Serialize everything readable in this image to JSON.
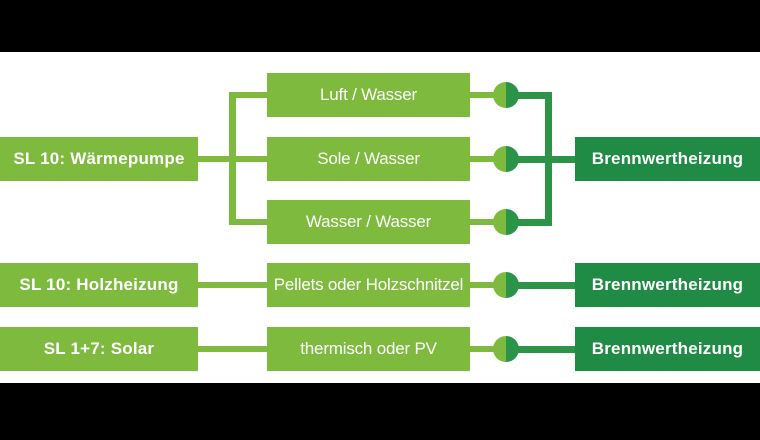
{
  "diagram": {
    "groups": [
      {
        "source": "SL 10: Wärmepumpe",
        "options": [
          "Luft / Wasser",
          "Sole / Wasser",
          "Wasser / Wasser"
        ],
        "target": "Brennwertheizung"
      },
      {
        "source": "SL 10: Holzheizung",
        "options": [
          "Pellets oder Holzschnitzel"
        ],
        "target": "Brennwertheizung"
      },
      {
        "source": "SL 1+7: Solar",
        "options": [
          "thermisch oder PV"
        ],
        "target": "Brennwertheizung"
      }
    ]
  },
  "colors": {
    "light_green": "#7eba3d",
    "dark_green_box": "#1f8b45",
    "dark_green_line": "#2b9447",
    "background": "#ffffff",
    "letterbox": "#000000"
  }
}
